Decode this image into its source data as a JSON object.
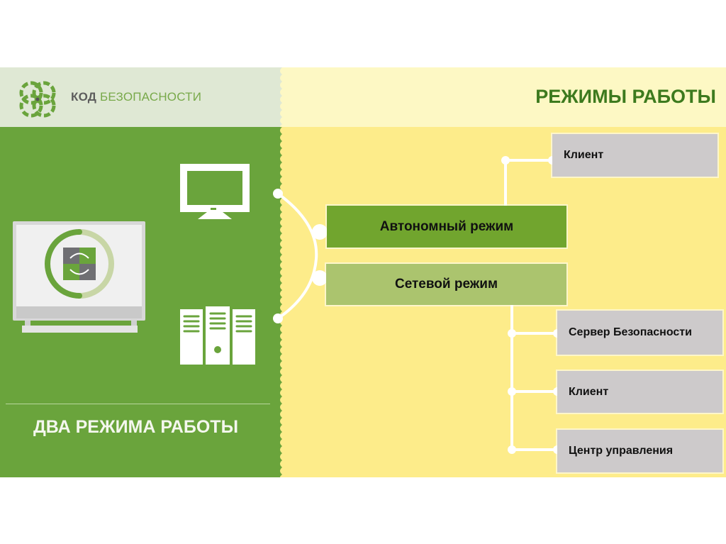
{
  "header": {
    "brand_part1": "КОД",
    "brand_part2": "БЕЗОПАСНОСТИ",
    "title": "РЕЖИМЫ РАБОТЫ"
  },
  "left_panel": {
    "caption": "ДВА РЕЖИМА РАБОТЫ",
    "icons": [
      "monitor-sync-icon",
      "desktop-icon",
      "server-icon"
    ]
  },
  "modes": [
    {
      "label": "Автономный режим",
      "color": "#71a52e"
    },
    {
      "label": "Сетевой режим",
      "color": "#abc46e"
    }
  ],
  "autonomous_components": [
    {
      "label": "Клиент"
    }
  ],
  "network_components": [
    {
      "label": "Сервер Безопасности"
    },
    {
      "label": "Клиент"
    },
    {
      "label": "Центр управления"
    }
  ],
  "colors": {
    "green": "#6aa43c",
    "yellow": "#fdec8a",
    "grey_box": "#cdcacb",
    "title_green": "#3d7a1e"
  }
}
